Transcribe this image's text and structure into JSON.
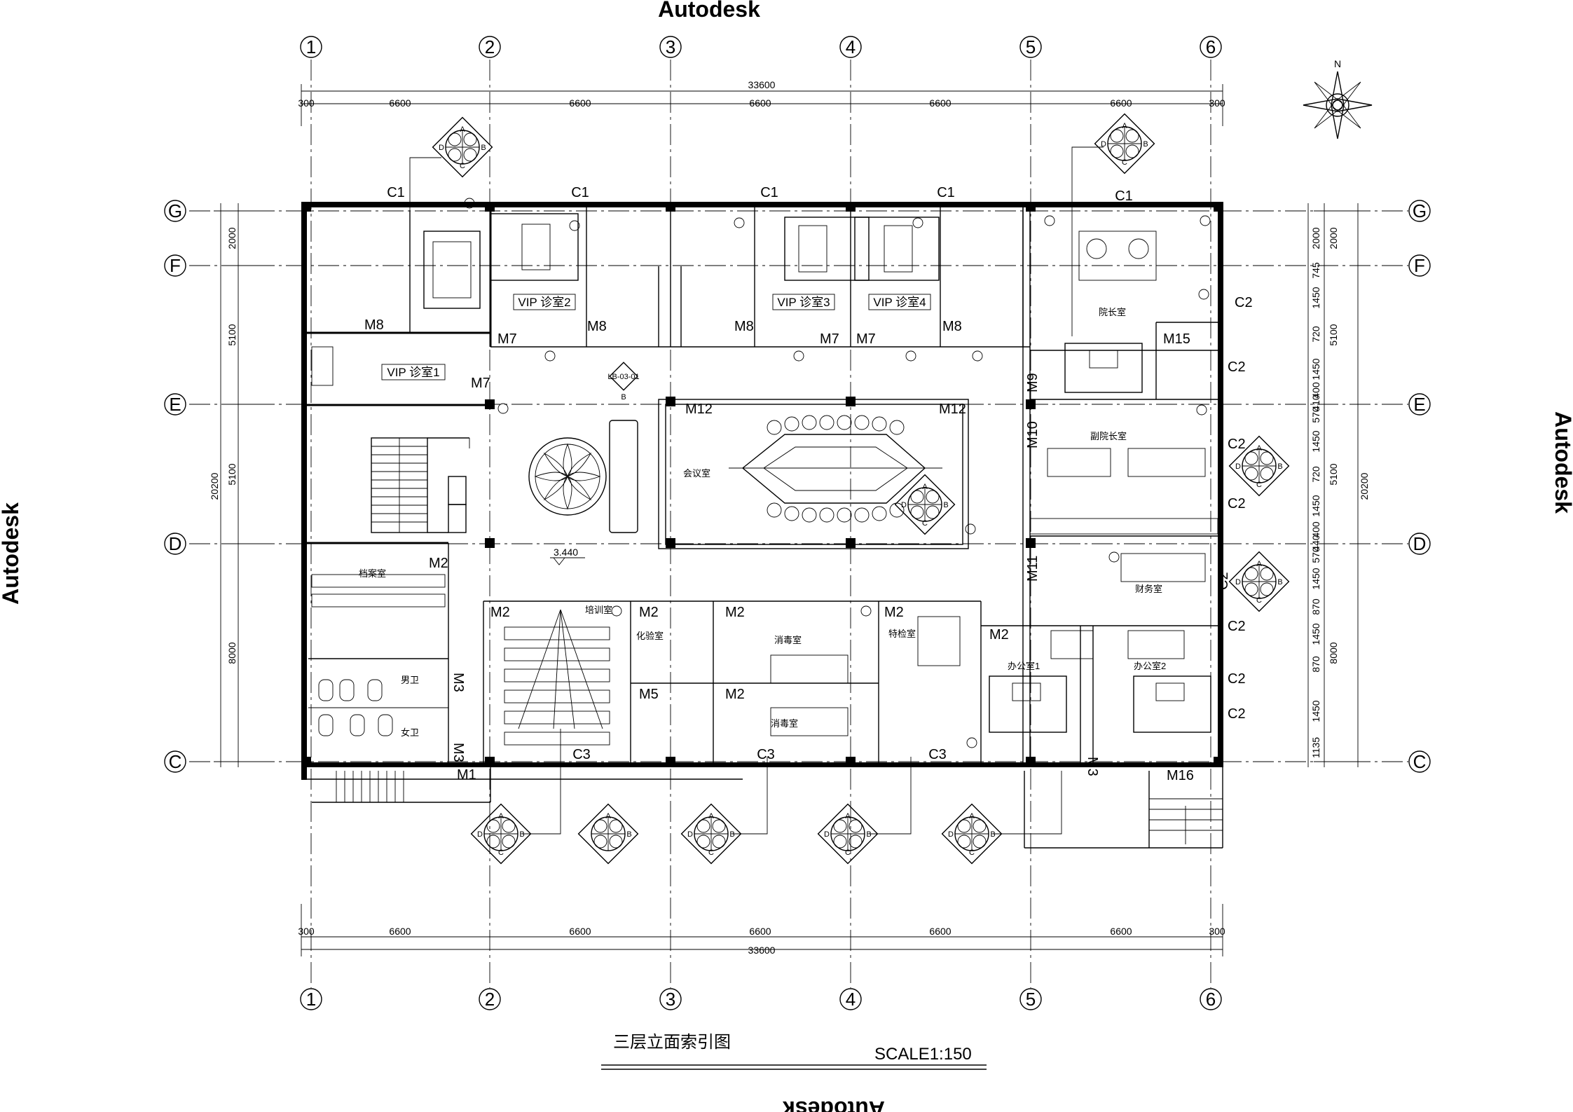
{
  "watermark": "Autodesk",
  "title": "三层立面索引图",
  "scale": "SCALE1:150",
  "elevation": "3.440",
  "north": "N",
  "axes": {
    "columns": [
      "1",
      "2",
      "3",
      "4",
      "5",
      "6"
    ],
    "rows": [
      "G",
      "F",
      "E",
      "D",
      "C"
    ]
  },
  "dimensions": {
    "total_width": "33600",
    "top_segments": [
      "300",
      "6600",
      "6600",
      "6600",
      "6600",
      "6600",
      "300"
    ],
    "total_height": "20200",
    "left_segments": [
      "2000",
      "5100",
      "5100",
      "8000"
    ],
    "right_segments": [
      "2000",
      "745",
      "1450",
      "720",
      "1450",
      "400",
      "410",
      "570",
      "1450",
      "720",
      "1450",
      "400",
      "440",
      "570",
      "1450",
      "870",
      "1450",
      "870",
      "1450",
      "1135"
    ]
  },
  "windows": {
    "top": [
      "C1",
      "C1",
      "C1",
      "C1",
      "C1"
    ],
    "right": [
      "C2",
      "C2",
      "C2",
      "C2",
      "C2",
      "C2",
      "C2",
      "C2"
    ],
    "bottom": [
      "C3",
      "C3",
      "C3"
    ]
  },
  "doors": [
    "M8",
    "M7",
    "M8",
    "M8",
    "M7",
    "M7",
    "M8",
    "M7",
    "M15",
    "M9",
    "M10",
    "M12",
    "M12",
    "M2",
    "M2",
    "M2",
    "M2",
    "M2",
    "M5",
    "M2",
    "M2",
    "M3",
    "M3",
    "M1",
    "M11",
    "M3",
    "M16"
  ],
  "rooms": {
    "vip1": "VIP 诊室1",
    "vip2": "VIP 诊室2",
    "vip3": "VIP 诊室3",
    "vip4": "VIP 诊室4",
    "meeting": "会议室",
    "dean": "院长室",
    "vice_dean": "副院长室",
    "finance": "财务室",
    "office1": "办公室1",
    "office2": "办公室2",
    "archive": "档案室",
    "male_wc": "男卫",
    "female_wc": "女卫",
    "training": "培训室",
    "lab": "化验室",
    "disinfection": "消毒室",
    "disinfection2": "消毒室",
    "special": "特检室"
  },
  "symbol": {
    "letters": [
      "A",
      "B",
      "C",
      "D"
    ],
    "ref": "LB-03-01"
  },
  "colors": {
    "ink": "#000000",
    "watermark_gray": "#dddddd"
  }
}
